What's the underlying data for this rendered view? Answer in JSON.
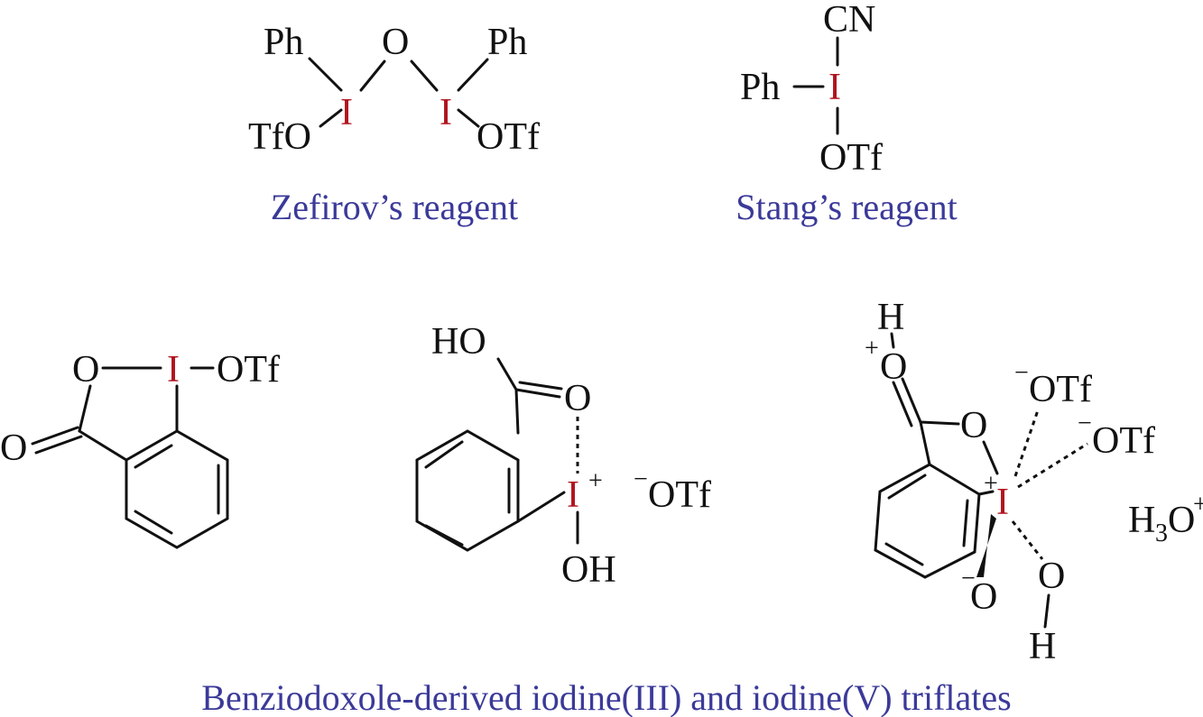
{
  "atoms": {
    "ph": "Ph",
    "o": "O",
    "i": "I",
    "tfo": "TfO",
    "otf": "OTf",
    "cn": "CN",
    "ho": "HO",
    "oh": "OH",
    "h": "H",
    "plus": "+",
    "minus": "−",
    "h3o_h": "H",
    "h3o_3": "3",
    "h3o_o": "O"
  },
  "labels": {
    "zefirov": "Zefirov’s reagent",
    "stang": "Stang’s reagent",
    "caption": "Benziodoxole-derived iodine(III) and iodine(V) triflates"
  },
  "colors": {
    "iodine": "#b0141e",
    "label": "#3b3a99"
  }
}
